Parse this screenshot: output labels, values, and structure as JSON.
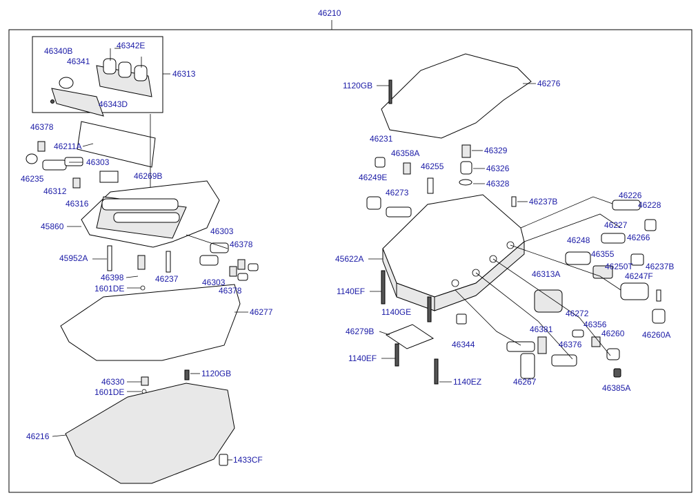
{
  "diagram": {
    "top_label": "46210",
    "labels": {
      "p46340B": "46340B",
      "p46341": "46341",
      "p46342E": "46342E",
      "p46313": "46313",
      "p46343D": "46343D",
      "p46378a": "46378",
      "p46211A": "46211A",
      "p46303a": "46303",
      "p46235": "46235",
      "p46269B": "46269B",
      "p46312": "46312",
      "p46316": "46316",
      "p45860": "45860",
      "p46303b": "46303",
      "p46378b": "46378",
      "p45952A": "45952A",
      "p46398": "46398",
      "p46237": "46237",
      "p46303c": "46303",
      "p46378c": "46378",
      "p1601DEa": "1601DE",
      "p46277": "46277",
      "p1120GBa": "1120GB",
      "p46330": "46330",
      "p1601DEb": "1601DE",
      "p46216": "46216",
      "p1433CF": "1433CF",
      "p1120GBb": "1120GB",
      "p46276": "46276",
      "p46231": "46231",
      "p46358A": "46358A",
      "p46329": "46329",
      "p46249E": "46249E",
      "p46255": "46255",
      "p46326": "46326",
      "p46328": "46328",
      "p46273": "46273",
      "p46237Ba": "46237B",
      "p46226": "46226",
      "p46228": "46228",
      "p46227": "46227",
      "p46248": "46248",
      "p46266": "46266",
      "p45622A": "45622A",
      "p46355": "46355",
      "p46250T": "46250T",
      "p46237Bb": "46237B",
      "p46247F": "46247F",
      "p46313A": "46313A",
      "p1140EFa": "1140EF",
      "p1140GE": "1140GE",
      "p46272": "46272",
      "p46356": "46356",
      "p46260": "46260",
      "p46260A": "46260A",
      "p46279B": "46279B",
      "p46344": "46344",
      "p46381": "46381",
      "p46376": "46376",
      "p1140EFb": "1140EF",
      "p46267": "46267",
      "p1140EZ": "1140EZ",
      "p46385A": "46385A"
    }
  }
}
